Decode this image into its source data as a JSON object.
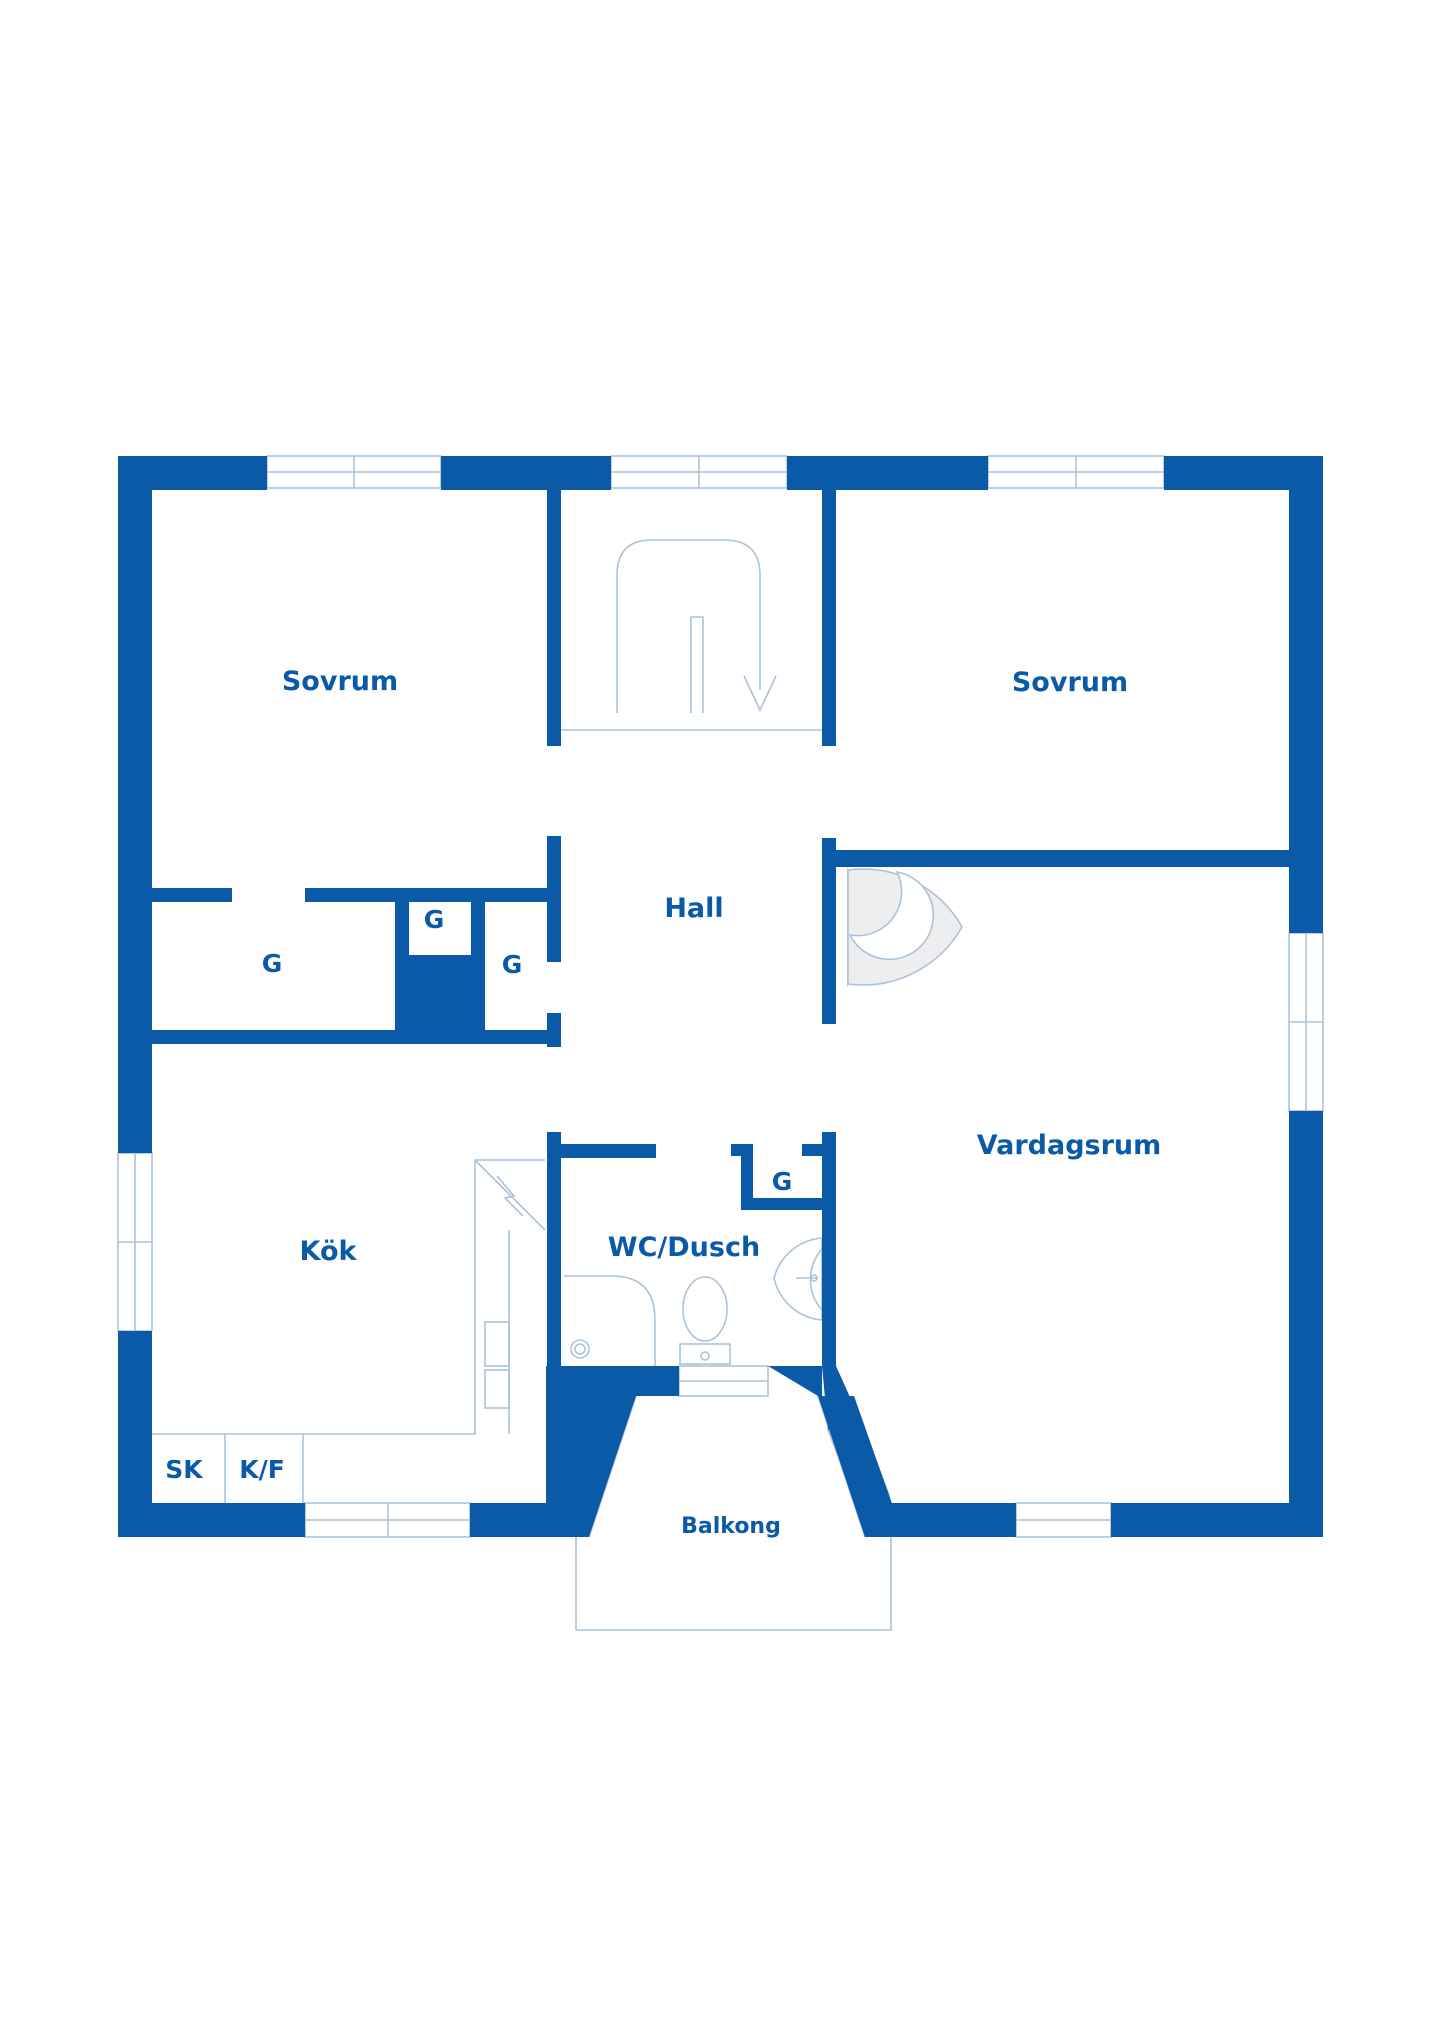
{
  "colors": {
    "wall": "#0b5aa8",
    "fixture_line": "#a9c3dc",
    "background": "#ffffff"
  },
  "rooms": {
    "sovrum_left": "Sovrum",
    "sovrum_right": "Sovrum",
    "hall": "Hall",
    "kok": "Kök",
    "wc_dusch": "WC/Dusch",
    "vardagsrum": "Vardagsrum",
    "balkong": "Balkong"
  },
  "storage": {
    "g_left": "G",
    "g_small": "G",
    "g_mid": "G",
    "g_wc": "G"
  },
  "kitchen_units": {
    "sk": "SK",
    "kf": "K/F"
  },
  "icons": {
    "stair": "staircase-icon",
    "fireplace": "fireplace-icon",
    "toilet": "toilet-icon",
    "sink": "sink-icon",
    "shower": "shower-icon",
    "stove": "stove-icon"
  }
}
